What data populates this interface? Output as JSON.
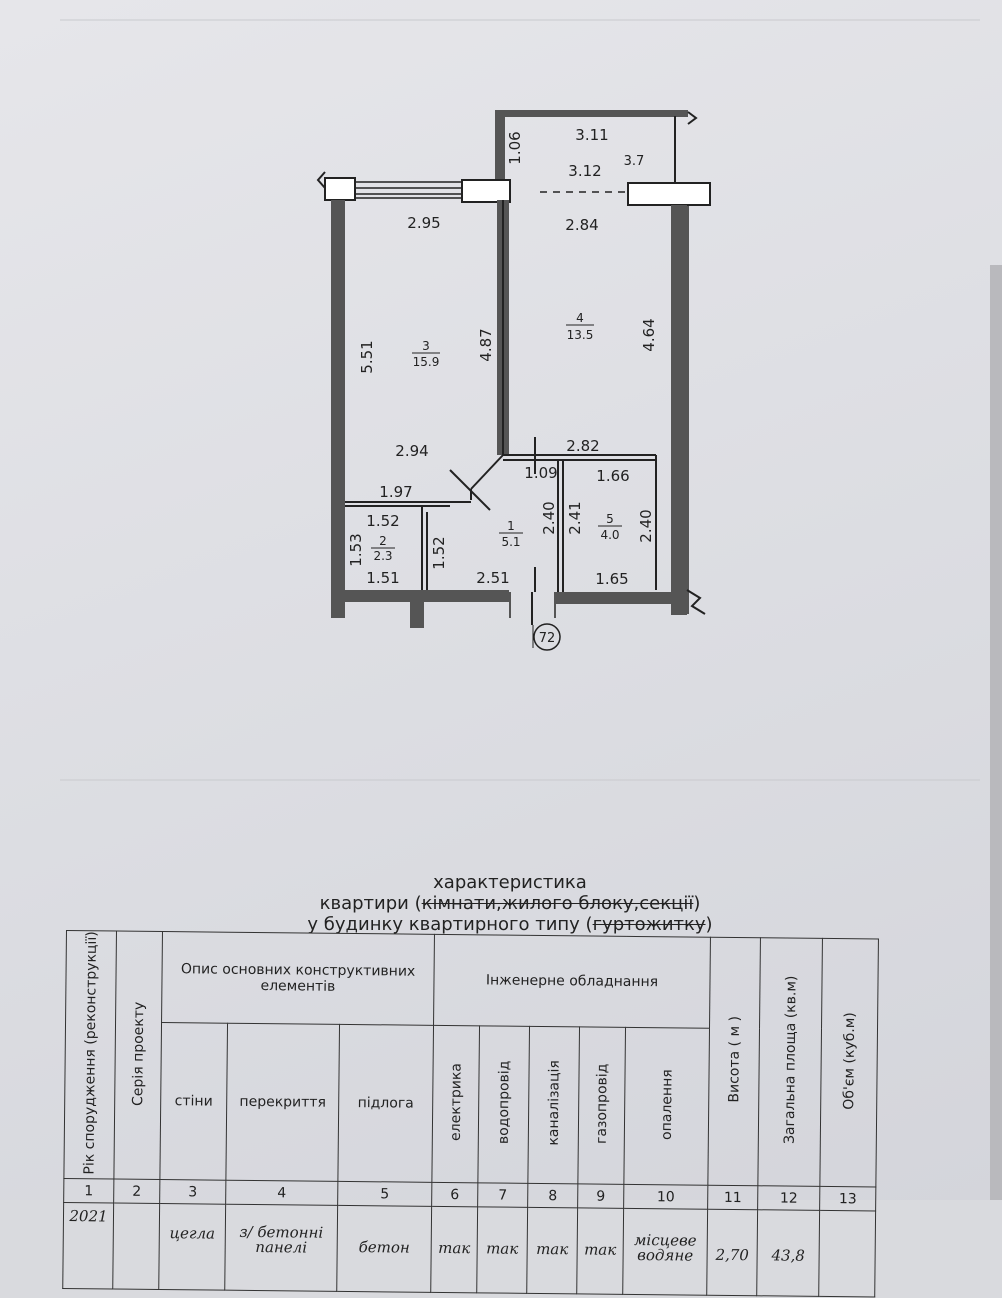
{
  "rooms": [
    {
      "number": "3",
      "area": "15.9"
    },
    {
      "number": "4",
      "area": "13.5"
    },
    {
      "number": "1",
      "area": "5.1"
    },
    {
      "number": "2",
      "area": "2.3"
    },
    {
      "number": "5",
      "area": "4.0"
    }
  ],
  "dimensions": {
    "balcony_top": "3.11",
    "balcony_inner": "3.12",
    "balcony_area": "3.7",
    "balcony_depth": "1.06",
    "room3_top": "2.95",
    "room3_left": "5.51",
    "room3_right": "4.87",
    "room3_bottom": "2.94",
    "room4_top": "2.84",
    "room4_right": "4.64",
    "room4_bottom": "2.82",
    "corridor_top_left": "1.97",
    "corridor_top_mid": "1.09",
    "room5_top": "1.66",
    "room2_top": "1.52",
    "room2_left": "1.53",
    "room2_right": "1.52",
    "room2_bottom": "1.51",
    "hall_right_a": "2.40",
    "hall_right_b": "2.41",
    "room5_right": "2.40",
    "hall_bottom": "2.51",
    "room5_bottom": "1.65"
  },
  "axis_marker": "72",
  "title": {
    "line1": "характеристика",
    "line2_prefix": "квартири (",
    "line2_struck": "кімнати,жилого блоку,секції",
    "line2_suffix": ")",
    "line3_prefix": "у будинку квартирного типу (",
    "line3_struck": "гуртожитку",
    "line3_suffix": ")"
  },
  "table": {
    "headers": {
      "year": "Рік спорудження (реконструкції)",
      "series": "Серія проекту",
      "construction": "Опис основних конструктивних елементів",
      "walls": "стіни",
      "floors_slabs": "перекриття",
      "flooring": "підлога",
      "engineering": "Інженерне обладнання",
      "electric": "електрика",
      "water": "водопровід",
      "sewer": "каналізація",
      "gas": "газопровід",
      "heating": "опалення",
      "height": "Висота ( м )",
      "total_area": "Загальна площа (кв.м)",
      "volume": "Об'єм (куб.м)"
    },
    "column_numbers": [
      "1",
      "2",
      "3",
      "4",
      "5",
      "6",
      "7",
      "8",
      "9",
      "10",
      "11",
      "12",
      "13"
    ],
    "values": {
      "year": "2021",
      "series": "",
      "walls": "цегла",
      "slabs_1": "з/ бетонні",
      "slabs_2": "панелі",
      "flooring": "бетон",
      "electric": "так",
      "water": "так",
      "sewer": "так",
      "gas": "так",
      "heating_1": "місцеве",
      "heating_2": "водяне",
      "height": "2,70",
      "total_area": "43,8",
      "volume": ""
    }
  }
}
